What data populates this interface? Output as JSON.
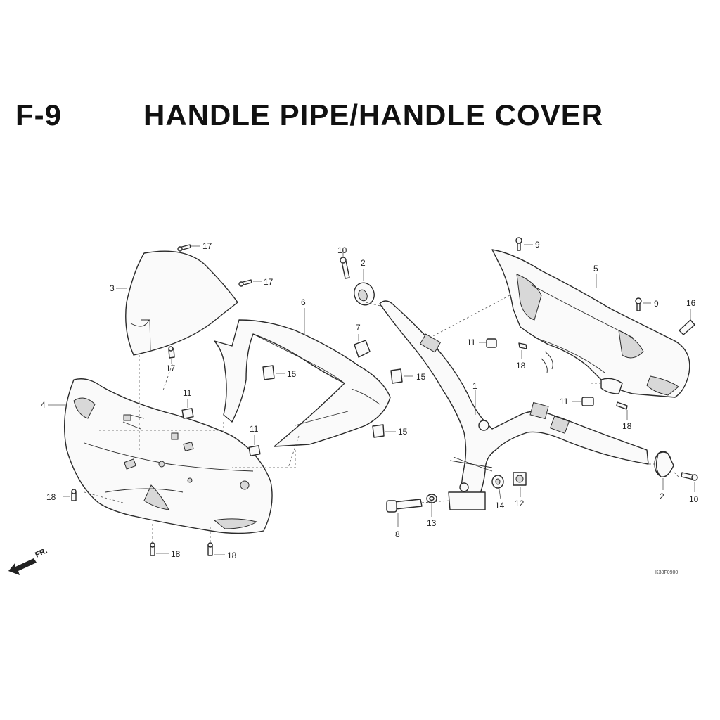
{
  "header": {
    "fig_code": "F-9",
    "title": "HANDLE PIPE/HANDLE COVER"
  },
  "callouts": {
    "c1": "1",
    "c2a": "2",
    "c2b": "2",
    "c3": "3",
    "c4": "4",
    "c5": "5",
    "c6": "6",
    "c7": "7",
    "c8": "8",
    "c9a": "9",
    "c9b": "9",
    "c10a": "10",
    "c10b": "10",
    "c11a": "11",
    "c11b": "11",
    "c11c": "11",
    "c11d": "11",
    "c12": "12",
    "c13": "13",
    "c14": "14",
    "c15a": "15",
    "c15b": "15",
    "c15c": "15",
    "c16": "16",
    "c17a": "17",
    "c17b": "17",
    "c17c": "17",
    "c18a": "18",
    "c18b": "18",
    "c18c": "18",
    "c18d": "18",
    "c18e": "18"
  },
  "front_marker": "FR.",
  "drawing_ref": "K38F0900"
}
